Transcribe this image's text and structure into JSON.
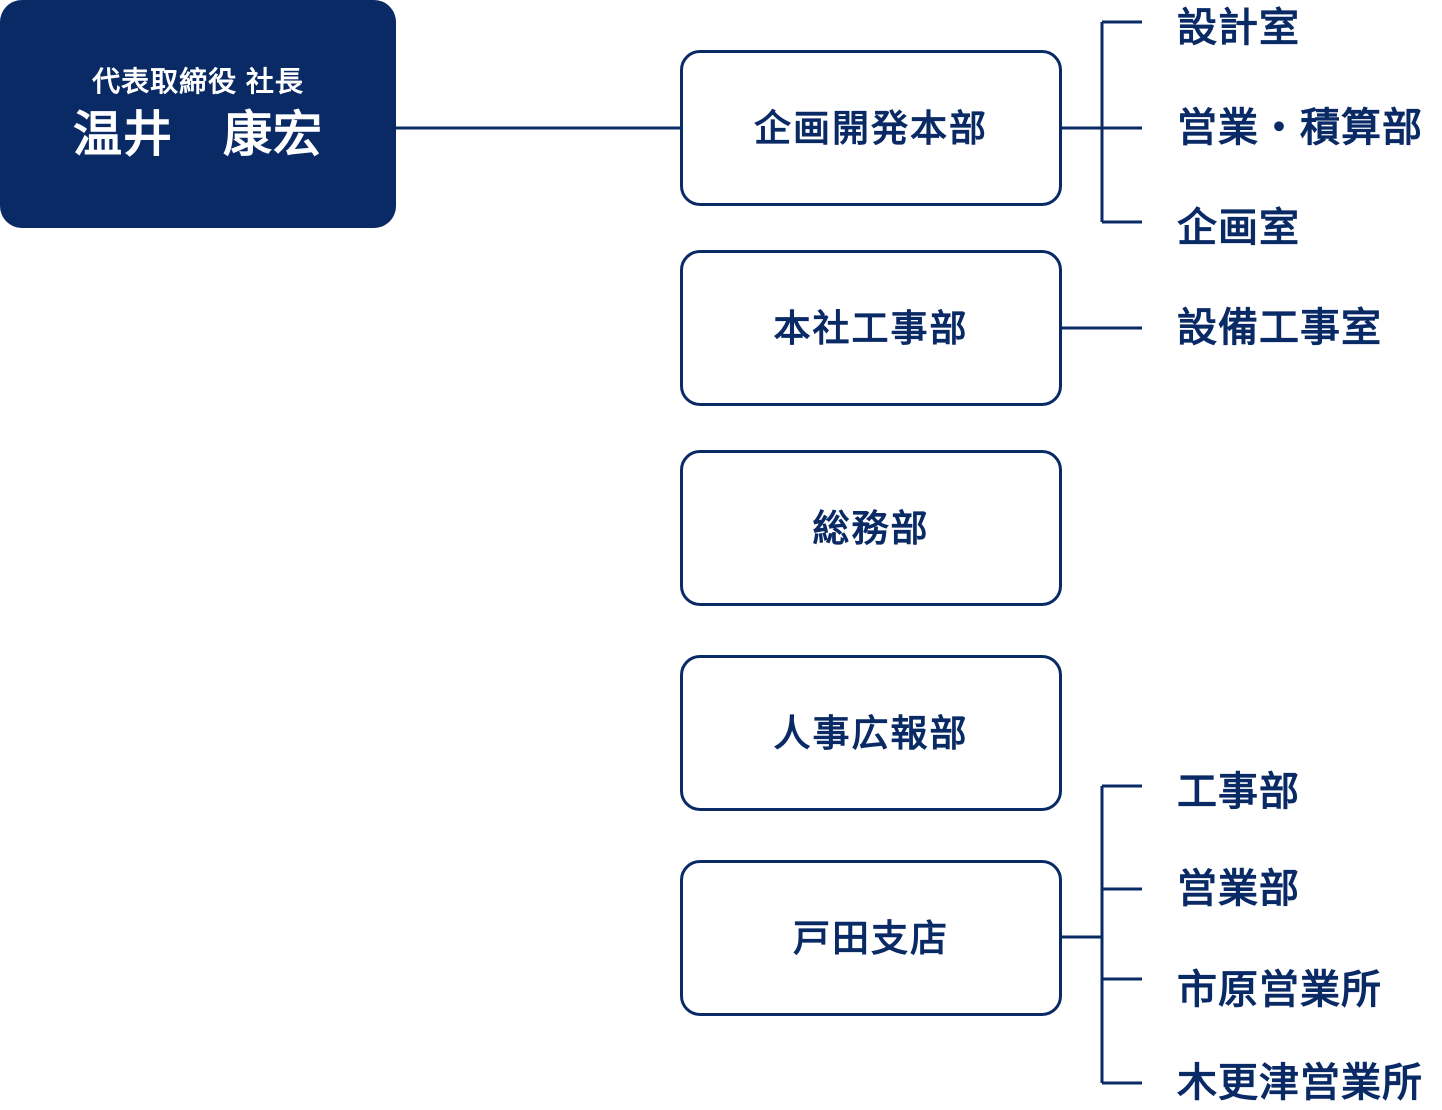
{
  "chart": {
    "type": "organization-chart",
    "title_text": "",
    "colors": {
      "brand_navy": "#0A2A66",
      "box_fill": "#FFFFFF",
      "root_text": "#FFFFFF",
      "line": "#0A2A66",
      "background": "#FFFFFF"
    }
  },
  "root": {
    "title": "代表取締役 社長",
    "name": "温井　康宏"
  },
  "departments": [
    {
      "label": "企画開発本部",
      "children": [
        {
          "label": "設計室"
        },
        {
          "label": "営業・積算部"
        },
        {
          "label": "企画室"
        }
      ]
    },
    {
      "label": "本社工事部",
      "children": [
        {
          "label": "設備工事室"
        }
      ]
    },
    {
      "label": "総務部",
      "children": []
    },
    {
      "label": "人事広報部",
      "children": []
    },
    {
      "label": "戸田支店",
      "children": [
        {
          "label": "工事部"
        },
        {
          "label": "営業部"
        },
        {
          "label": "市原営業所"
        },
        {
          "label": "木更津営業所"
        }
      ]
    }
  ]
}
